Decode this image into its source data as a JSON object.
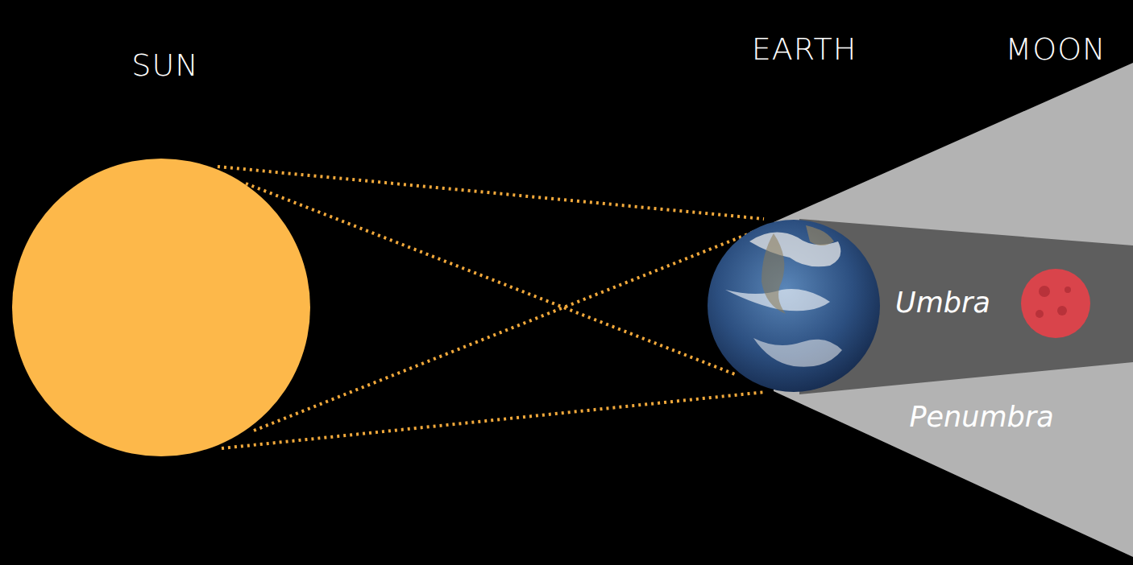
{
  "diagram": {
    "labels": [
      "SUN",
      "EARTH",
      "MOON",
      "Umbra",
      "Penumbra"
    ]
  }
}
